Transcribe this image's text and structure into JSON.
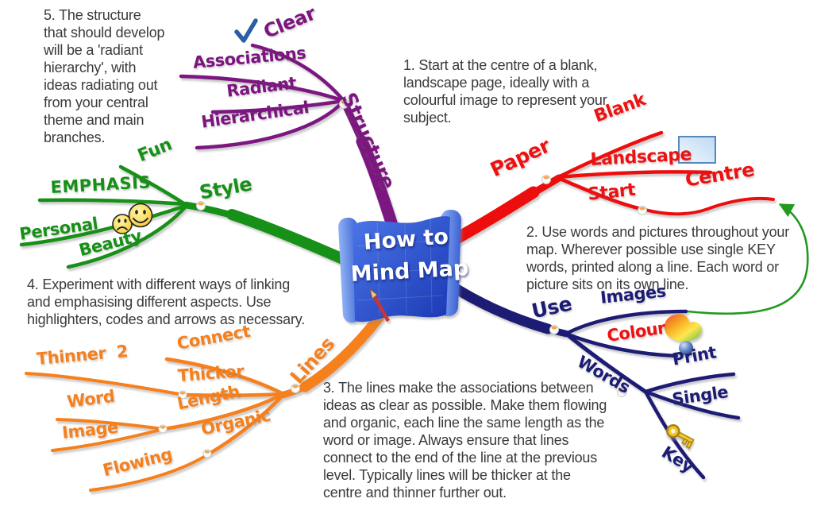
{
  "title": {
    "line1": "How to",
    "line2": "Mind Map"
  },
  "branches": {
    "structure": {
      "label": "Structure",
      "color": "#7c1580",
      "clear": "Clear",
      "associations": "Associations",
      "radiant": "Radiant",
      "hierarchical": "Hierarchical"
    },
    "style": {
      "label": "Style",
      "color": "#169016",
      "fun": "Fun",
      "emphasis": "EMPHASIS",
      "personal": "Personal",
      "beauty": "Beauty"
    },
    "paper": {
      "label": "Paper",
      "color": "#ee1111",
      "blank": "Blank",
      "landscape": "Landscape",
      "start": "Start",
      "centre": "Centre"
    },
    "use": {
      "label": "Use",
      "color": "#1c1c75",
      "colour_word_color": "#ee1111",
      "images": "Images",
      "colour": "Colour",
      "print": "Print",
      "words": "Words",
      "single": "Single",
      "key": "Key"
    },
    "lines": {
      "label": "Lines",
      "color": "#f5801e",
      "connect": "Connect",
      "thicker": "Thicker",
      "thinner": "Thinner  2",
      "word": "Word",
      "length": "Length",
      "image": "Image",
      "organic": "Organic",
      "flowing": "Flowing"
    }
  },
  "notes": {
    "n1": "1. Start at the centre of a blank,\nlandscape page, ideally with a\ncolourful image to represent your\nsubject.",
    "n2": "2. Use words and pictures throughout your\nmap. Wherever possible use single KEY\nwords, printed along a line. Each word or\npicture sits on its own line.",
    "n3": "3. The lines make the associations between\nideas as clear as possible. Make them flowing\nand organic, each line the same length as the\nword or image. Always ensure that lines\nconnect to the end of the line at the previous\nlevel. Typically lines will be thicker at the\ncentre and thinner further out.",
    "n4": "4. Experiment with different ways of linking\nand emphasising different aspects. Use\nhighlighters, codes and arrows as necessary.",
    "n5": "5. The structure\nthat should develop\nwill be a 'radiant\nhierarchy', with\nideas radiating out\nfrom your central\ntheme and main\nbranches."
  },
  "icons": {
    "check": "✓",
    "happy_face": "☺",
    "sad_face": "☹",
    "landscape_page": "▭",
    "palette": "🎨",
    "key": "🔑",
    "pencil": "✏",
    "centre_arrow": "➤"
  },
  "palette": {
    "note_text": "#3a3a3a",
    "checkmark_blue": "#2b5ea7",
    "arrow_green": "#22991f",
    "scroll_blue": "#2a4fd0",
    "key_gold": "#f3c62e",
    "smiley_yellow": "#f4c21a"
  }
}
